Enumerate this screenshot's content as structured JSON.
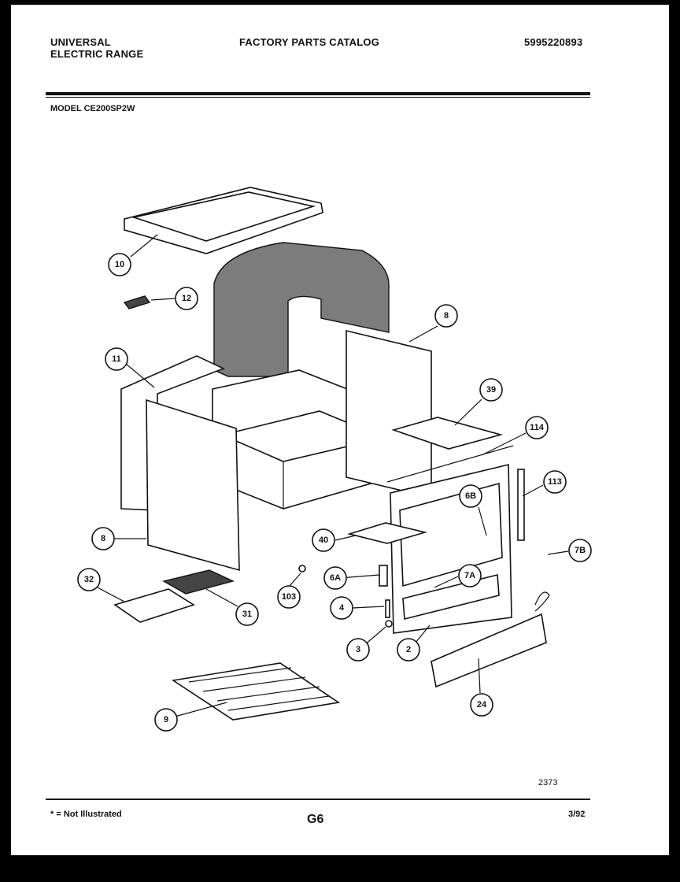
{
  "header": {
    "brand_line1": "UNIVERSAL",
    "brand_line2": "ELECTRIC RANGE",
    "title": "FACTORY PARTS CATALOG",
    "catalog_number": "5995220893"
  },
  "model": "MODEL CE200SP2W",
  "callouts": [
    "10",
    "12",
    "8",
    "11",
    "39",
    "114",
    "113",
    "6B",
    "8",
    "40",
    "7B",
    "32",
    "31",
    "6A",
    "7A",
    "103",
    "4",
    "3",
    "2",
    "24",
    "9"
  ],
  "drawing_ref": "2373",
  "footer": {
    "note": "* = Not Illustrated",
    "page": "G6",
    "date": "3/92"
  }
}
